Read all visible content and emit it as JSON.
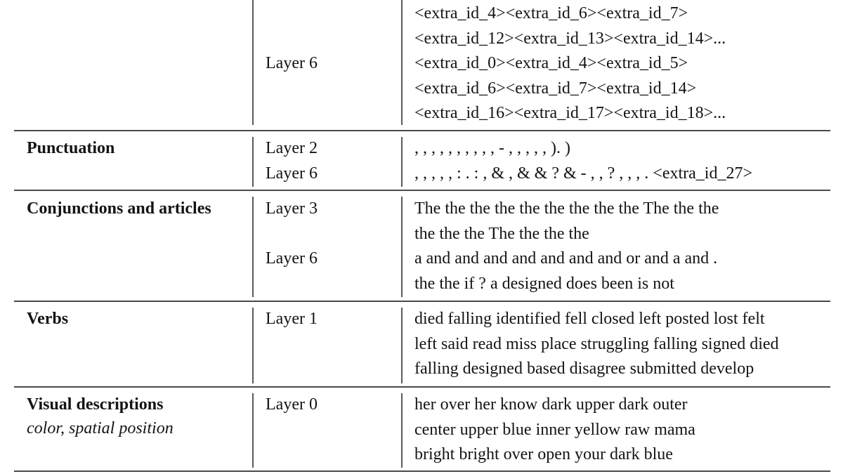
{
  "table": {
    "rows": [
      {
        "category": "",
        "subtitle": "",
        "layers": [
          {
            "label": "Layer 6",
            "tokens": [
              "<extra_id_4><extra_id_6><extra_id_7>",
              "<extra_id_12><extra_id_13><extra_id_14>...",
              "<extra_id_0><extra_id_4><extra_id_5>",
              "<extra_id_6><extra_id_7><extra_id_14>",
              "<extra_id_16><extra_id_17><extra_id_18>..."
            ]
          }
        ]
      },
      {
        "category": "Punctuation",
        "subtitle": "",
        "layers": [
          {
            "label": "Layer 2",
            "tokens": [
              ", , , , , , , , , , - , , , , , ). )"
            ]
          },
          {
            "label": "Layer 6",
            "tokens": [
              ", , , , , : . : , & , & & ? & - , , ? , , , . <extra_id_27>"
            ]
          }
        ]
      },
      {
        "category": "Conjunctions and articles",
        "subtitle": "",
        "layers": [
          {
            "label": "Layer 3",
            "tokens": [
              "The the the the the the the the the The the the",
              "the the the The the the the"
            ]
          },
          {
            "label": "Layer 6",
            "tokens": [
              "a and and and and and and and or and a and .",
              "the the if ? a designed does been is not"
            ]
          }
        ]
      },
      {
        "category": "Verbs",
        "subtitle": "",
        "layers": [
          {
            "label": "Layer 1",
            "tokens": [
              "died falling identified fell closed left posted lost felt",
              "left said read miss place struggling falling signed died",
              "falling designed based disagree submitted develop"
            ]
          }
        ]
      },
      {
        "category": "Visual descriptions",
        "subtitle": "color, spatial position",
        "layers": [
          {
            "label": "Layer 0",
            "tokens": [
              "her over her know dark upper dark outer",
              "center upper blue inner yellow raw mama",
              "bright bright over open your dark blue"
            ]
          }
        ]
      }
    ]
  }
}
